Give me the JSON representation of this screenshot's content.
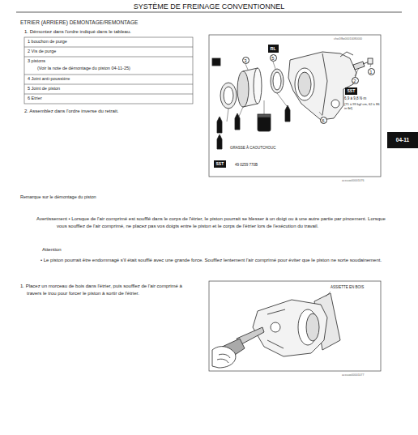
{
  "diagram": {
    "title": "SYSTÈME DE FREINAGE CONVENTIONNEL",
    "nodes": [
      {
        "text": [
          "RL"
        ]
      },
      {
        "text": [
          "SST"
        ]
      },
      {
        "text": [
          "SST"
        ]
      },
      {
        "text": [
          "04-11"
        ]
      }
    ],
    "labels": [
      "ETRIER (ARRIERE) DEMONTAGE/REMONTAGE",
      "1. Démontez dans l'ordre indiqué dans le tableau.",
      "1 bouchon de purge",
      "2 Vis de purge",
      "3 pistons",
      "(Voir la note de démontage du piston 04-11-25)",
      "4 Joint anti-poussière",
      "5 Joint de piston",
      "6 Etrier",
      "2. Assemblez dans l'ordre inverse du retrait.",
      "chw1f8w00010080000",
      "1",
      "2",
      "3",
      "5",
      "6",
      "6,9 à 9,8 N·m",
      "{71 à 99 kgf·cm, 62 à 86 in·lbf}",
      "GRASSE À CAOUTCHOUC",
      "49 0259 770B",
      "acxuuw00001076",
      "Remarque sur le démontage du piston",
      "Avertissement • Lorsque de l'air comprimé est soufflé dans le corps de l'étrier, le piston pourrait se blesser à un doigt ou à une autre partie par pincement. Lorsque vous soufflez de l'air comprimé, ne placez pas vos doigts entre le piston et le corps de l'étrier lors de l'exécution du travail.",
      "Attention",
      "• Le piston pourrait être endommagé s'il était soufflé avec une grande force. Soufflez lentement l'air comprimé pour éviter que le piston ne sorte soudainement.",
      "1. Placez un morceau de bois dans l'étrier, puis soufflez de l'air comprimé à travers le trou pour forcer le piston à sortir de l'étrier.",
      "ASSIETTE EN BOIS",
      "acxuuw00001077"
    ]
  }
}
